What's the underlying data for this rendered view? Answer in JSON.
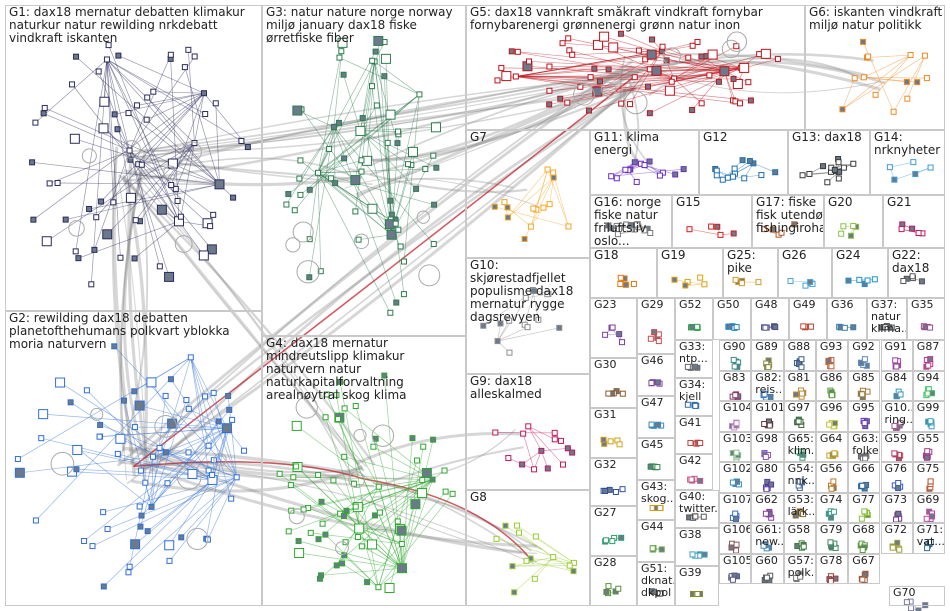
{
  "groups": [
    {
      "id": "G1",
      "label": "G1: dax18 mernatur debatten klimakur naturkur natur rewilding nrkdebatt vindkraft iskanten",
      "color": "#2b2b5e"
    },
    {
      "id": "G2",
      "label": "G2: rewilding dax18 debatten planetofthehumans polkvart yblokka moria naturvern",
      "color": "#2f6fd8"
    },
    {
      "id": "G3",
      "label": "G3: natur nature norge norway miljø january dax18 fiske ørretfiske fiber",
      "color": "#2e7d4f"
    },
    {
      "id": "G4",
      "label": "G4: dax18 mernatur mindreutslipp klimakur naturvern natur naturkapitalforvaltning arealnøytral skog klima",
      "color": "#2ea82e"
    },
    {
      "id": "G5",
      "label": "G5: dax18 vannkraft småkraft vindkraft fornybar fornybarenergi grønnenergi grønn natur inon",
      "color": "#c0141c"
    },
    {
      "id": "G6",
      "label": "G6: iskanten vindkraft miljø natur politikk",
      "color": "#f08a24"
    },
    {
      "id": "G7",
      "label": "G7",
      "color": "#f5a623"
    },
    {
      "id": "G8",
      "label": "G8",
      "color": "#9acd32"
    },
    {
      "id": "G9",
      "label": "G9: dax18 alleskalmed",
      "color": "#c2185b"
    },
    {
      "id": "G10",
      "label": "G10: skjørestadfjellet populisme dax18 mernatur rygge dagsrevyen",
      "color": "#8e8e8e"
    },
    {
      "id": "G11",
      "label": "G11: klima energi",
      "color": "#6a2bc4"
    },
    {
      "id": "G12",
      "label": "G12",
      "color": "#1f6fb5"
    },
    {
      "id": "G13",
      "label": "G13: dax18",
      "color": "#3a3a3a"
    },
    {
      "id": "G14",
      "label": "G14: nrknyheter",
      "color": "#3b9be0"
    },
    {
      "id": "G15",
      "label": "G15",
      "color": "#d81b1b"
    },
    {
      "id": "G16",
      "label": "G16: norge fiske natur friluftsliv oslo...",
      "color": "#7a7a7a"
    },
    {
      "id": "G17",
      "label": "G17: fiske fisk utendørs fishingiroha...",
      "color": "#b05a2a"
    },
    {
      "id": "G18",
      "label": "G18",
      "color": "#e07a10"
    },
    {
      "id": "G19",
      "label": "G19",
      "color": "#e0a010"
    },
    {
      "id": "G20",
      "label": "G20",
      "color": "#8bc34a"
    },
    {
      "id": "G21",
      "label": "G21",
      "color": "#c2185b"
    },
    {
      "id": "G22",
      "label": "G22: dax18",
      "color": "#555555"
    },
    {
      "id": "G23",
      "label": "G23",
      "color": "#7b3fa0"
    },
    {
      "id": "G24",
      "label": "G24",
      "color": "#1f8fd0"
    },
    {
      "id": "G25",
      "label": "G25: pike",
      "color": "#d09a30"
    },
    {
      "id": "G26",
      "label": "G26",
      "color": "#4aa3df"
    },
    {
      "id": "G27",
      "label": "G27",
      "color": "#2e9e6e"
    },
    {
      "id": "G28",
      "label": "G28",
      "color": "#5a8f3e"
    },
    {
      "id": "G29",
      "label": "G29",
      "color": "#c84a4a"
    },
    {
      "id": "G30",
      "label": "G30",
      "color": "#8a5a2b"
    },
    {
      "id": "G31",
      "label": "G31",
      "color": "#d4a017"
    },
    {
      "id": "G32",
      "label": "G32",
      "color": "#2f4f9f"
    },
    {
      "id": "G33",
      "label": "G33: ntp...",
      "color": "#6b6b6b"
    },
    {
      "id": "G34",
      "label": "G34: kjell",
      "color": "#2d6ea8"
    },
    {
      "id": "G35",
      "label": "G35",
      "color": "#a04a8f"
    },
    {
      "id": "G36",
      "label": "G36",
      "color": "#3a7fb0"
    },
    {
      "id": "G37",
      "label": "G37: natur klima...",
      "color": "#444444"
    },
    {
      "id": "G38",
      "label": "G38",
      "color": "#3fa0c0"
    },
    {
      "id": "G39",
      "label": "G39",
      "color": "#8a8a2a"
    },
    {
      "id": "G40",
      "label": "G40: twitter...",
      "color": "#555555"
    },
    {
      "id": "G41",
      "label": "G41",
      "color": "#c04040"
    },
    {
      "id": "G42",
      "label": "G42",
      "color": "#c05a8a"
    },
    {
      "id": "G43",
      "label": "G43: skog...",
      "color": "#d09a20"
    },
    {
      "id": "G44",
      "label": "G44",
      "color": "#6aa84f"
    },
    {
      "id": "G45",
      "label": "G45",
      "color": "#2d8a4a"
    },
    {
      "id": "G46",
      "label": "G46",
      "color": "#7a4aa0"
    },
    {
      "id": "G47",
      "label": "G47",
      "color": "#3a8ac0"
    },
    {
      "id": "G48",
      "label": "G48",
      "color": "#4a4a8a"
    },
    {
      "id": "G49",
      "label": "G49",
      "color": "#c04a3a"
    },
    {
      "id": "G50",
      "label": "G50",
      "color": "#1f7fc0"
    },
    {
      "id": "G51",
      "label": "G51: dknat... dkpol",
      "color": "#555555"
    },
    {
      "id": "G52",
      "label": "G52",
      "color": "#2e9e4e"
    },
    {
      "id": "G53",
      "label": "G53: lärk...",
      "color": "#8a6a2a"
    },
    {
      "id": "G54",
      "label": "G54: nnk...",
      "color": "#4a6aa0"
    },
    {
      "id": "G55",
      "label": "G55",
      "color": "#a03a8a"
    },
    {
      "id": "G56",
      "label": "G56",
      "color": "#c07a2a"
    },
    {
      "id": "G57",
      "label": "G57: polk...",
      "color": "#7a7a7a"
    },
    {
      "id": "G58",
      "label": "G58",
      "color": "#3a7a3a"
    },
    {
      "id": "G59",
      "label": "G59",
      "color": "#c03a5a"
    },
    {
      "id": "G60",
      "label": "G60",
      "color": "#5a5a5a"
    },
    {
      "id": "G61",
      "label": "G61: new...",
      "color": "#4a8ab0"
    },
    {
      "id": "G62",
      "label": "G62",
      "color": "#8a3aa0"
    },
    {
      "id": "G63",
      "label": "G63: folke...",
      "color": "#6a6a6a"
    },
    {
      "id": "G64",
      "label": "G64",
      "color": "#c0a02a"
    },
    {
      "id": "G65",
      "label": "G65: klim...",
      "color": "#3a9a6a"
    },
    {
      "id": "G66",
      "label": "G66",
      "color": "#2a6aa0"
    },
    {
      "id": "G67",
      "label": "G67",
      "color": "#a05a3a"
    },
    {
      "id": "G68",
      "label": "G68",
      "color": "#5a9a3a"
    },
    {
      "id": "G69",
      "label": "G69",
      "color": "#c04aa0"
    },
    {
      "id": "G70",
      "label": "G70",
      "color": "#7a7aa0"
    },
    {
      "id": "G71",
      "label": "G71: vat...",
      "color": "#3a6a8a"
    },
    {
      "id": "G72",
      "label": "G72",
      "color": "#a0a03a"
    },
    {
      "id": "G73",
      "label": "G73",
      "color": "#6a3a8a"
    },
    {
      "id": "G74",
      "label": "G74",
      "color": "#3aa08a"
    },
    {
      "id": "G75",
      "label": "G75",
      "color": "#c05a3a"
    },
    {
      "id": "G76",
      "label": "G76",
      "color": "#3a5ac0"
    },
    {
      "id": "G77",
      "label": "G77",
      "color": "#8ac03a"
    },
    {
      "id": "G78",
      "label": "G78",
      "color": "#a03a3a"
    },
    {
      "id": "G79",
      "label": "G79",
      "color": "#3a8a5a"
    },
    {
      "id": "G80",
      "label": "G80",
      "color": "#5a3aa0"
    },
    {
      "id": "G81",
      "label": "G81",
      "color": "#c08a3a"
    },
    {
      "id": "G82",
      "label": "G82: reis...",
      "color": "#3a7ac0"
    },
    {
      "id": "G83",
      "label": "G83",
      "color": "#8a3a6a"
    },
    {
      "id": "G84",
      "label": "G84",
      "color": "#3a9ac0"
    },
    {
      "id": "G85",
      "label": "G85",
      "color": "#a07a3a"
    },
    {
      "id": "G86",
      "label": "G86",
      "color": "#5aa03a"
    },
    {
      "id": "G87",
      "label": "G87",
      "color": "#c03a8a"
    },
    {
      "id": "G88",
      "label": "G88",
      "color": "#3a5a8a"
    },
    {
      "id": "G89",
      "label": "G89",
      "color": "#8a8a3a"
    },
    {
      "id": "G90",
      "label": "G90",
      "color": "#3a8a8a"
    },
    {
      "id": "G91",
      "label": "G91",
      "color": "#a03aa0"
    },
    {
      "id": "G92",
      "label": "G92",
      "color": "#5a8ac0"
    },
    {
      "id": "G93",
      "label": "G93",
      "color": "#c0603a"
    },
    {
      "id": "G94",
      "label": "G94",
      "color": "#3ac05a"
    },
    {
      "id": "G95",
      "label": "G95",
      "color": "#6a3ac0"
    },
    {
      "id": "G96",
      "label": "G96",
      "color": "#c0c03a"
    },
    {
      "id": "G97",
      "label": "G97",
      "color": "#3a6a3a"
    },
    {
      "id": "G98",
      "label": "G98",
      "color": "#8a5ac0"
    },
    {
      "id": "G99",
      "label": "G99",
      "color": "#3aa0c0"
    },
    {
      "id": "G100",
      "label": "G10... ring...",
      "color": "#a05a8a"
    },
    {
      "id": "G101",
      "label": "G101",
      "color": "#5a3a3a"
    },
    {
      "id": "G102",
      "label": "G102",
      "color": "#3a8ac0"
    },
    {
      "id": "G103",
      "label": "G103",
      "color": "#8ac08a"
    },
    {
      "id": "G104",
      "label": "G104",
      "color": "#c08ac0"
    },
    {
      "id": "G105",
      "label": "G105",
      "color": "#5a5a8a"
    },
    {
      "id": "G106",
      "label": "G106",
      "color": "#8a5a5a"
    },
    {
      "id": "G107",
      "label": "G107",
      "color": "#3a6ac0"
    }
  ]
}
